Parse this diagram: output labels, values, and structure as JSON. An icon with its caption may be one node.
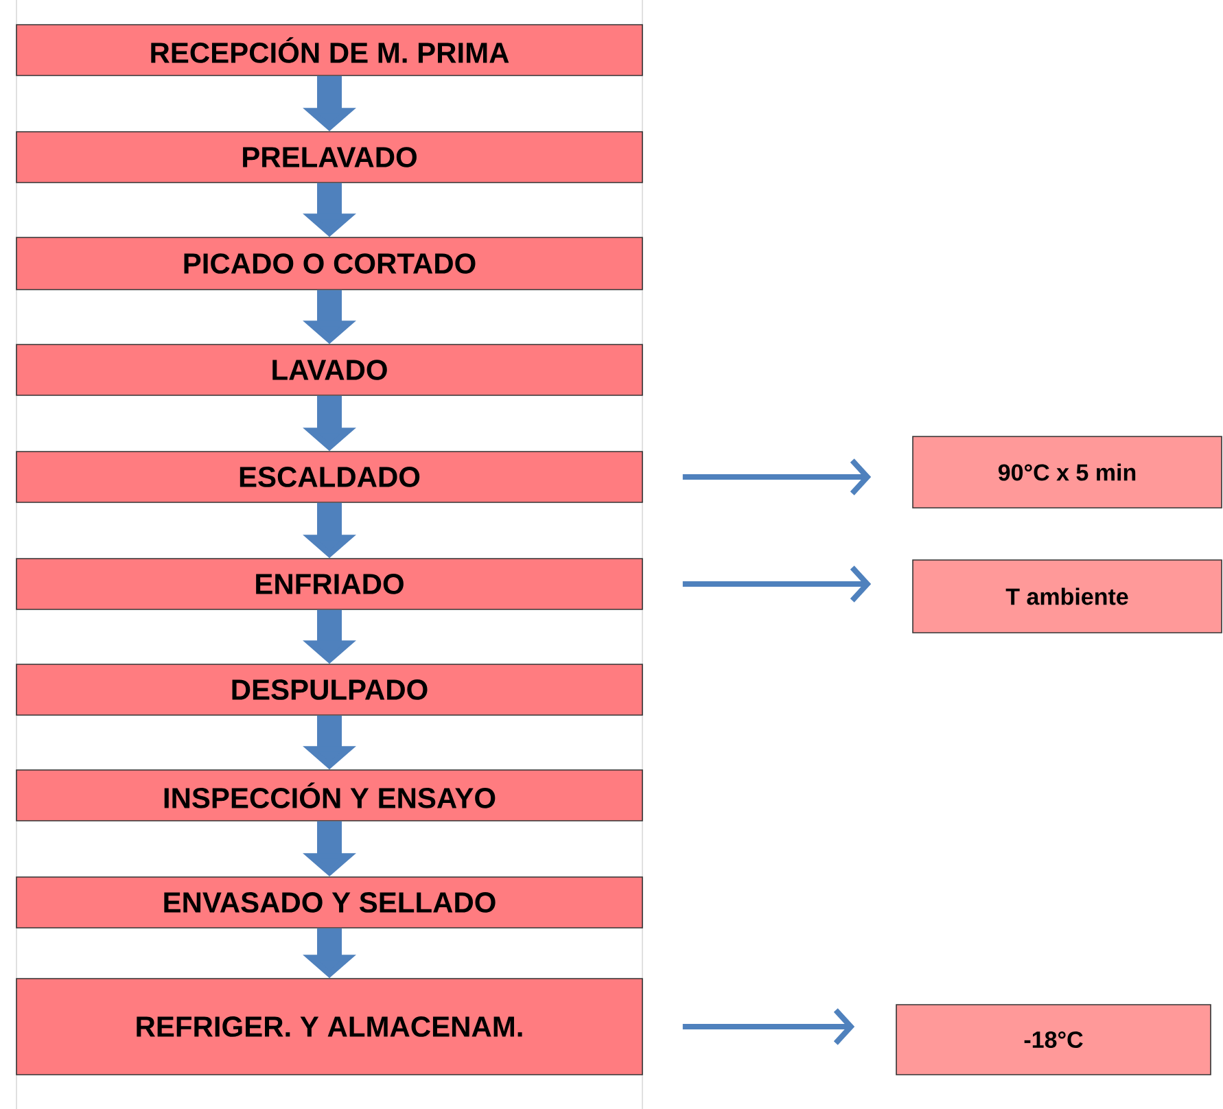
{
  "diagram": {
    "nodes": [
      {
        "text": [
          "RECEPCIÓN DE M. PRIMA"
        ]
      },
      {
        "text": [
          "PRELAVADO"
        ]
      },
      {
        "text": [
          "PICADO O CORTADO"
        ]
      },
      {
        "text": [
          "LAVADO"
        ]
      },
      {
        "text": [
          "ESCALDADO"
        ]
      },
      {
        "text": [
          "ENFRIADO"
        ]
      },
      {
        "text": [
          "DESPULPADO"
        ]
      },
      {
        "text": [
          "INSPECCIÓN Y ENSAYO"
        ]
      },
      {
        "text": [
          "ENVASADO Y SELLADO"
        ]
      },
      {
        "text": [
          "REFRIGER. Y ALMACENAM."
        ]
      },
      {
        "text": [
          "90°C x 5 min"
        ]
      },
      {
        "text": [
          "T ambiente"
        ]
      },
      {
        "text": [
          "-18°C"
        ]
      }
    ],
    "edges": [
      {
        "from": 0,
        "to": 1,
        "arrow": "to"
      },
      {
        "from": 1,
        "to": 2,
        "arrow": "to"
      },
      {
        "from": 2,
        "to": 3,
        "arrow": "to"
      },
      {
        "from": 3,
        "to": 4,
        "arrow": "to"
      },
      {
        "from": 4,
        "to": 5,
        "arrow": "to"
      },
      {
        "from": 5,
        "to": 6,
        "arrow": "to"
      },
      {
        "from": 6,
        "to": 7,
        "arrow": "to"
      },
      {
        "from": 7,
        "to": 8,
        "arrow": "to"
      },
      {
        "from": 8,
        "to": 9,
        "arrow": "to"
      },
      {
        "from": 4,
        "to": 10,
        "arrow": "to"
      },
      {
        "from": 5,
        "to": 11,
        "arrow": "to"
      },
      {
        "from": 9,
        "to": 12,
        "arrow": "to"
      }
    ]
  }
}
